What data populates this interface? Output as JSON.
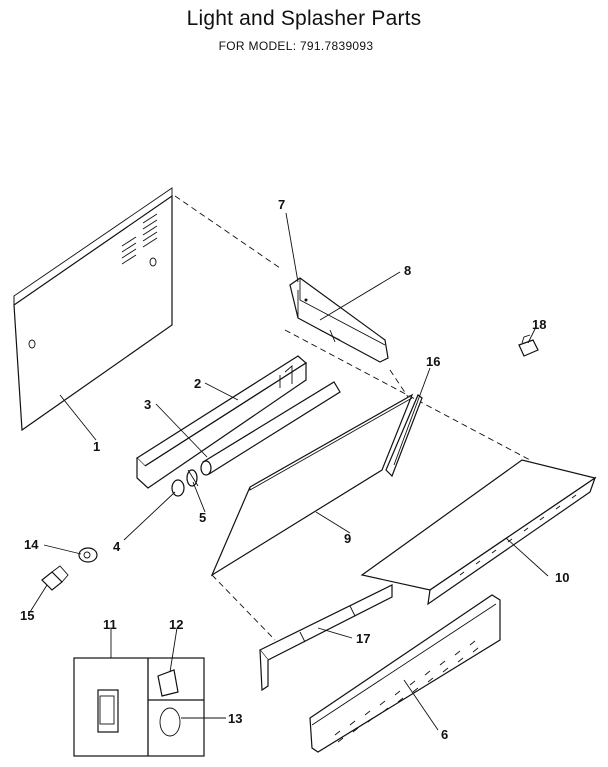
{
  "title": "Light and Splasher Parts",
  "model_line": "FOR MODEL:  791.7839093",
  "callouts": [
    "1",
    "2",
    "3",
    "4",
    "5",
    "6",
    "7",
    "8",
    "9",
    "10",
    "11",
    "12",
    "13",
    "14",
    "15",
    "16",
    "17",
    "18"
  ]
}
